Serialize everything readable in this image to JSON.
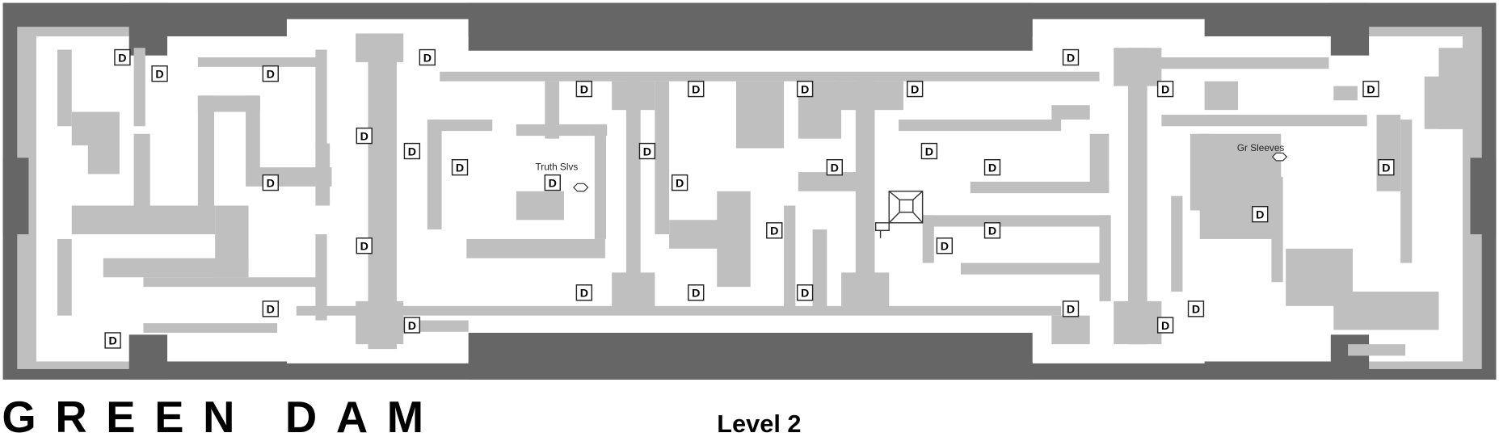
{
  "map": {
    "title": "GREEN DAM",
    "level": "Level 2",
    "door_label": "D",
    "labels": {
      "truth_sleeves": "Truth Slvs",
      "green_sleeves": "Gr Sleeves"
    },
    "colors": {
      "frame": "#666666",
      "wall": "#bfbfbf",
      "floor": "#ffffff"
    }
  }
}
